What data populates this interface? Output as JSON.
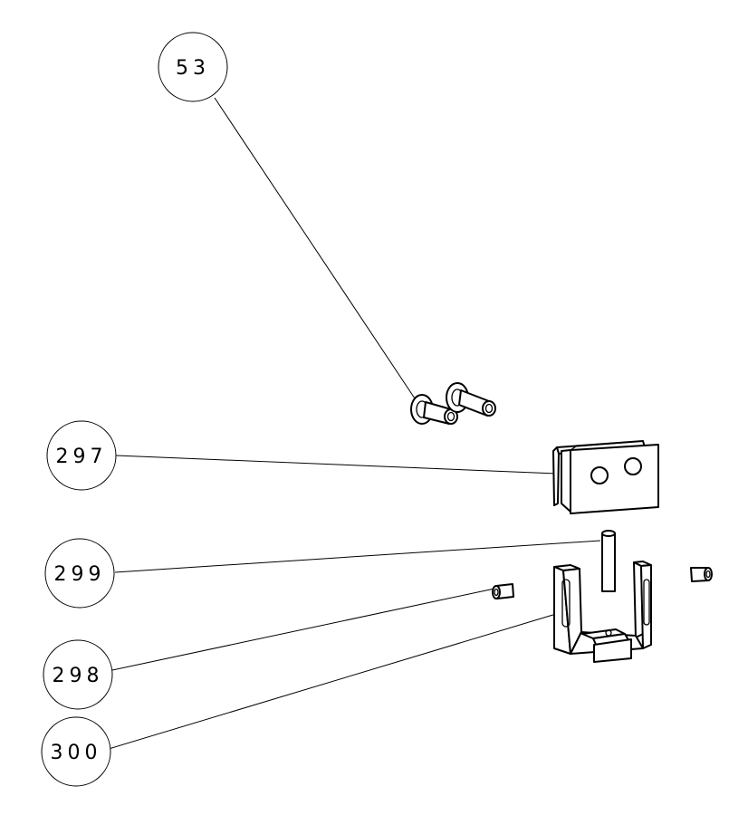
{
  "callouts": [
    {
      "id": "53",
      "label": "53"
    },
    {
      "id": "297",
      "label": "297"
    },
    {
      "id": "299",
      "label": "299"
    },
    {
      "id": "298",
      "label": "298"
    },
    {
      "id": "300",
      "label": "300"
    }
  ]
}
